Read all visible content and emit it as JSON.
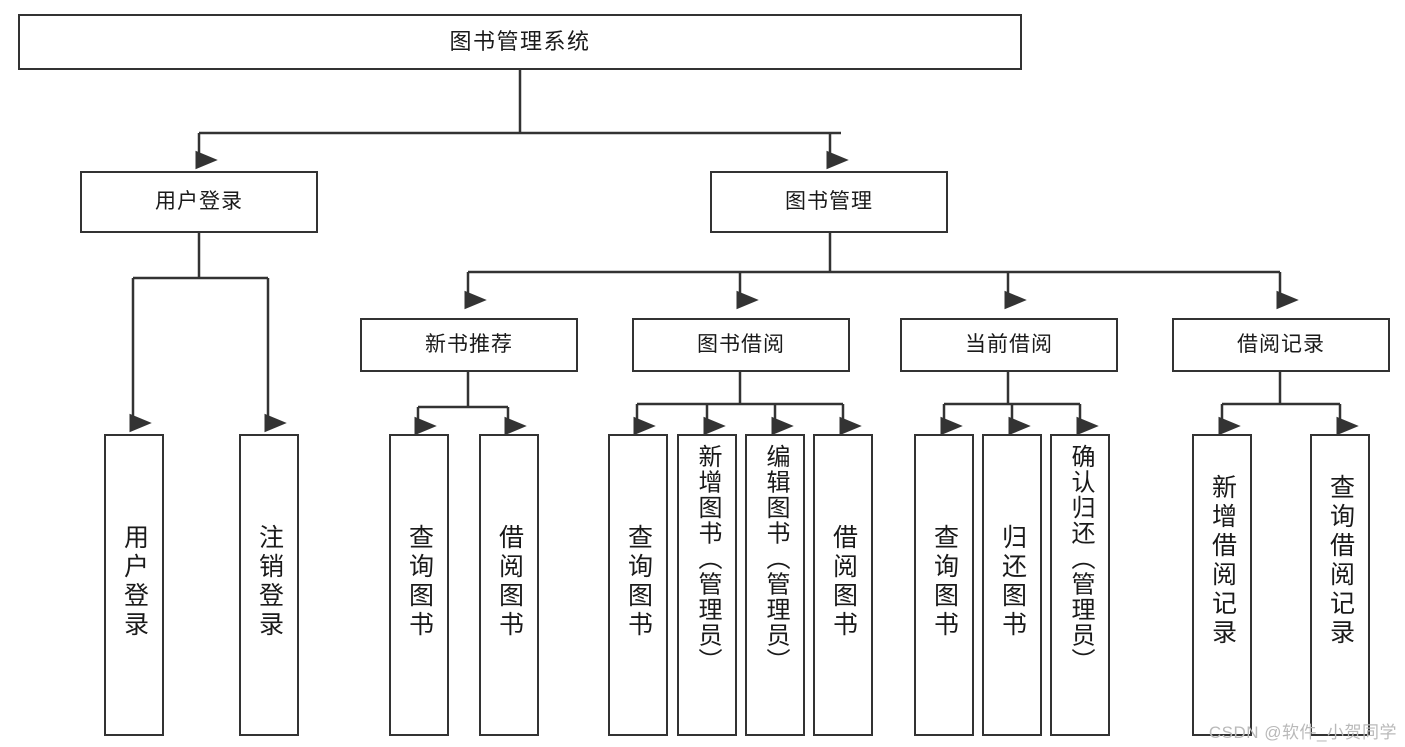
{
  "diagram": {
    "type": "tree",
    "title": "图书管理系统",
    "watermark": "CSDN @软件_小贺同学",
    "colors": {
      "box_border": "#333333",
      "box_fill": "#ffffff",
      "connector": "#333333",
      "text": "#1a1a1a",
      "watermark": "#b9b9b9"
    },
    "nodes": {
      "root": {
        "label": "图书管理系统",
        "level": 1
      },
      "level2": [
        {
          "id": "user-login",
          "label": "用户登录"
        },
        {
          "id": "book-management",
          "label": "图书管理"
        }
      ],
      "level3": [
        {
          "id": "new-book-recommend",
          "label": "新书推荐",
          "parent": "book-management"
        },
        {
          "id": "book-borrow",
          "label": "图书借阅",
          "parent": "book-management"
        },
        {
          "id": "current-borrow",
          "label": "当前借阅",
          "parent": "book-management"
        },
        {
          "id": "borrow-record",
          "label": "借阅记录",
          "parent": "book-management"
        }
      ],
      "leaves": [
        {
          "id": "leaf-user-login",
          "label": "用户登录",
          "parent": "user-login"
        },
        {
          "id": "leaf-logout",
          "label": "注销登录",
          "parent": "user-login"
        },
        {
          "id": "leaf-query-book-1",
          "label": "查询图书",
          "parent": "new-book-recommend"
        },
        {
          "id": "leaf-borrow-book-1",
          "label": "借阅图书",
          "parent": "new-book-recommend"
        },
        {
          "id": "leaf-query-book-2",
          "label": "查询图书",
          "parent": "book-borrow"
        },
        {
          "id": "leaf-add-book",
          "label": "新增图书（管理员）",
          "parent": "book-borrow"
        },
        {
          "id": "leaf-edit-book",
          "label": "编辑图书（管理员）",
          "parent": "book-borrow"
        },
        {
          "id": "leaf-borrow-book-2",
          "label": "借阅图书",
          "parent": "book-borrow"
        },
        {
          "id": "leaf-query-book-3",
          "label": "查询图书",
          "parent": "current-borrow"
        },
        {
          "id": "leaf-return-book",
          "label": "归还图书",
          "parent": "current-borrow"
        },
        {
          "id": "leaf-confirm-return",
          "label": "确认归还（管理员）",
          "parent": "current-borrow"
        },
        {
          "id": "leaf-add-record",
          "label": "新增借阅记录",
          "parent": "borrow-record"
        },
        {
          "id": "leaf-query-record",
          "label": "查询借阅记录",
          "parent": "borrow-record"
        }
      ]
    }
  }
}
